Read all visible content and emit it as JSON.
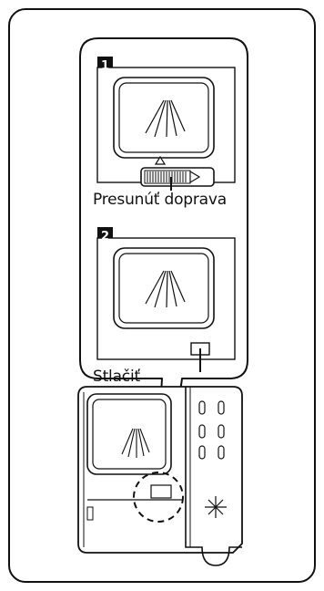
{
  "steps": [
    {
      "number": "1",
      "caption": "Presunúť doprava"
    },
    {
      "number": "2",
      "caption": "Stlačiť"
    }
  ],
  "colors": {
    "stroke": "#111111",
    "background": "#ffffff",
    "badge": "#111111"
  },
  "icons": [
    "spray-icon",
    "slider-icon",
    "push-button-icon",
    "sparkle-icon"
  ]
}
